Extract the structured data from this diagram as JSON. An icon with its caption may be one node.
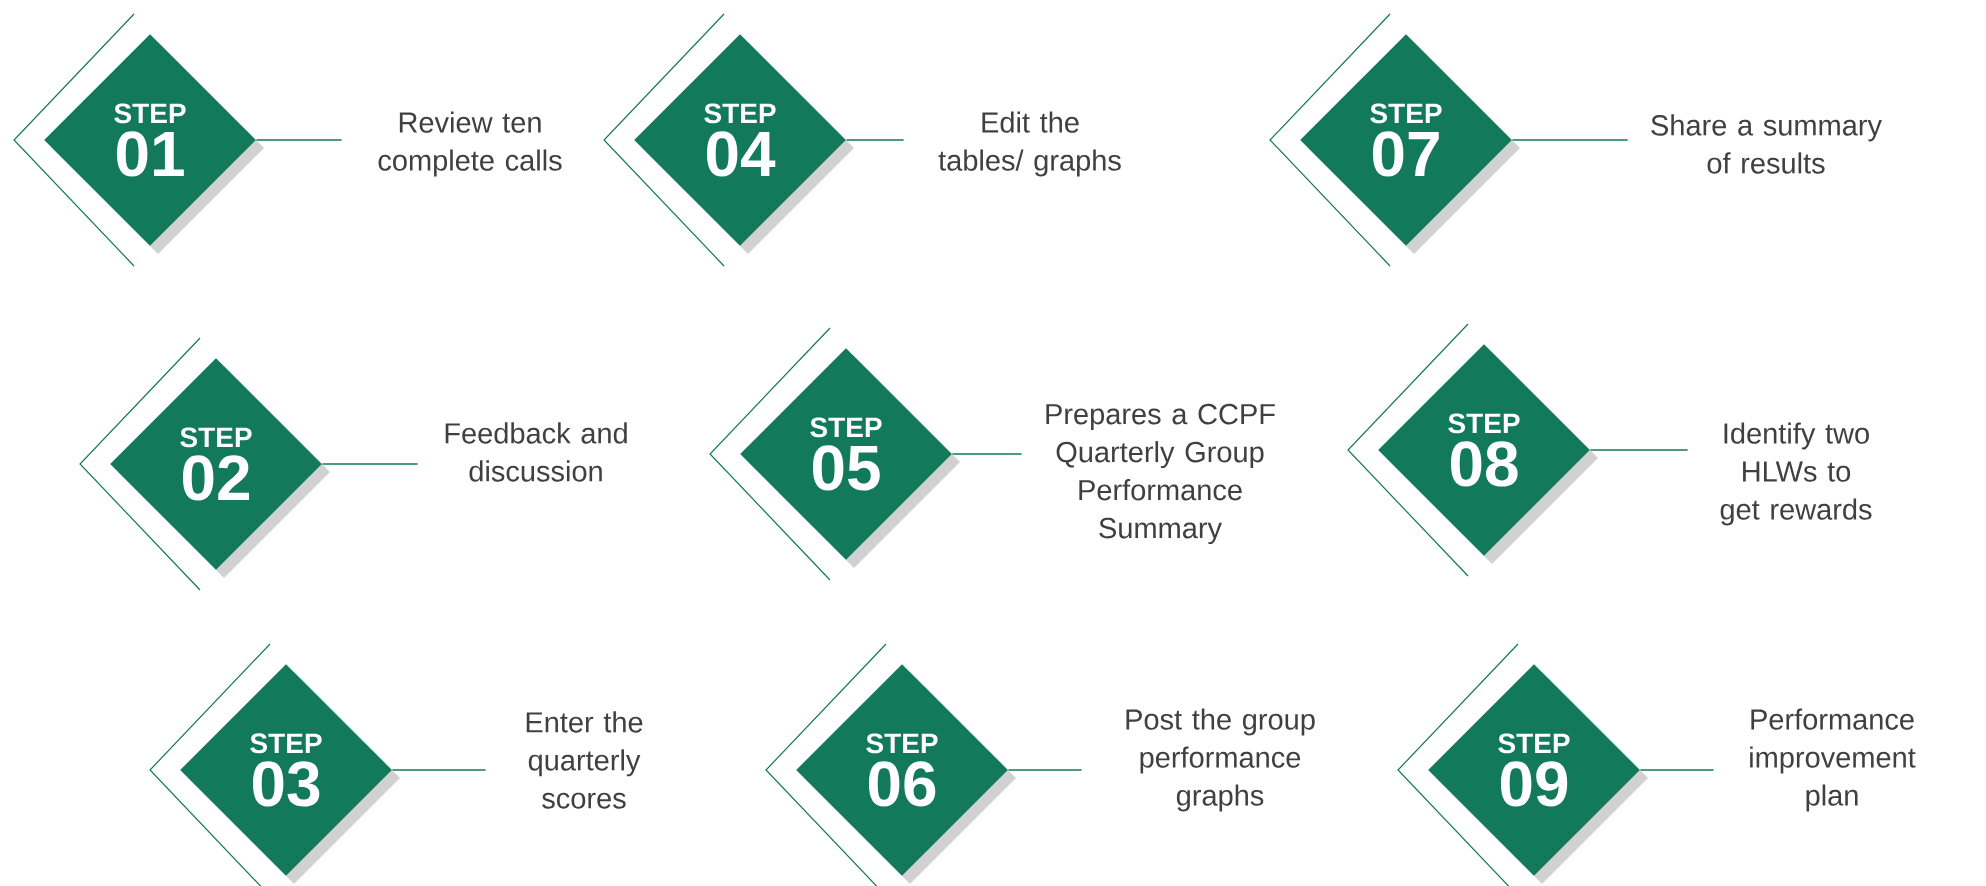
{
  "diagram": {
    "nodes": [
      {
        "text": [
          "STEP",
          "01"
        ]
      },
      {
        "text": [
          "Review ten complete calls"
        ]
      },
      {
        "text": [
          "STEP",
          "04"
        ]
      },
      {
        "text": [
          "Edit the tables/ graphs"
        ]
      },
      {
        "text": [
          "STEP",
          "07"
        ]
      },
      {
        "text": [
          "Share a summary of results"
        ]
      },
      {
        "text": [
          "STEP",
          "02"
        ]
      },
      {
        "text": [
          "Feedback and discussion"
        ]
      },
      {
        "text": [
          "STEP",
          "05"
        ]
      },
      {
        "text": [
          "Prepares a CCPF Quarterly Group Performance Summary"
        ]
      },
      {
        "text": [
          "STEP",
          "08"
        ]
      },
      {
        "text": [
          "Identify two HLWs to get rewards"
        ]
      },
      {
        "text": [
          "STEP",
          "03"
        ]
      },
      {
        "text": [
          "Enter the quarterly scores"
        ]
      },
      {
        "text": [
          "STEP",
          "06"
        ]
      },
      {
        "text": [
          "Post the group performance graphs"
        ]
      },
      {
        "text": [
          "STEP",
          "09"
        ]
      },
      {
        "text": [
          "Performance improvement plan"
        ]
      }
    ],
    "edges": [
      {
        "from": 0,
        "to": 1,
        "arrow": "none"
      },
      {
        "from": 2,
        "to": 3,
        "arrow": "none"
      },
      {
        "from": 4,
        "to": 5,
        "arrow": "none"
      },
      {
        "from": 6,
        "to": 7,
        "arrow": "none"
      },
      {
        "from": 8,
        "to": 9,
        "arrow": "none"
      },
      {
        "from": 10,
        "to": 11,
        "arrow": "none"
      },
      {
        "from": 12,
        "to": 13,
        "arrow": "none"
      },
      {
        "from": 14,
        "to": 15,
        "arrow": "none"
      },
      {
        "from": 16,
        "to": 17,
        "arrow": "none"
      }
    ]
  }
}
